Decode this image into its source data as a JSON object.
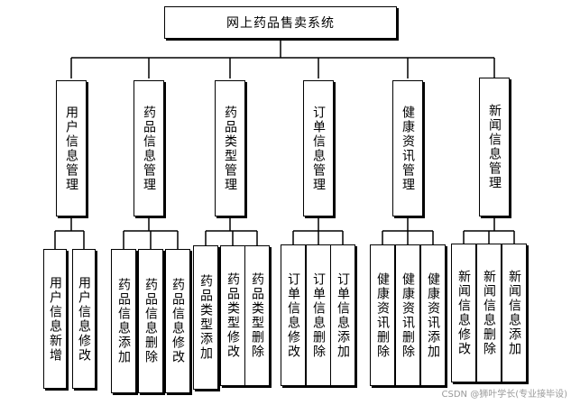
{
  "diagram": {
    "root": "网上药品售卖系统",
    "modules": [
      {
        "label": "用户信息管理",
        "children": [
          "用户信息新增",
          "用户信息修改"
        ]
      },
      {
        "label": "药品信息管理",
        "children": [
          "药品信息添加",
          "药品信息删除",
          "药品信息修改"
        ]
      },
      {
        "label": "药品类型管理",
        "children": [
          "药品类型添加",
          "药品类型修改",
          "药品类型删除"
        ]
      },
      {
        "label": "订单信息管理",
        "children": [
          "订单信息修改",
          "订单信息删除",
          "订单信息添加"
        ]
      },
      {
        "label": "健康资讯管理",
        "children": [
          "健康资讯删除",
          "健康资讯删除",
          "健康资讯添加"
        ]
      },
      {
        "label": "新闻信息管理",
        "children": [
          "新闻信息修改",
          "新闻信息删除",
          "新闻信息添加"
        ]
      }
    ]
  },
  "watermark": "CSDN @狮叶学长(专业接毕设)"
}
